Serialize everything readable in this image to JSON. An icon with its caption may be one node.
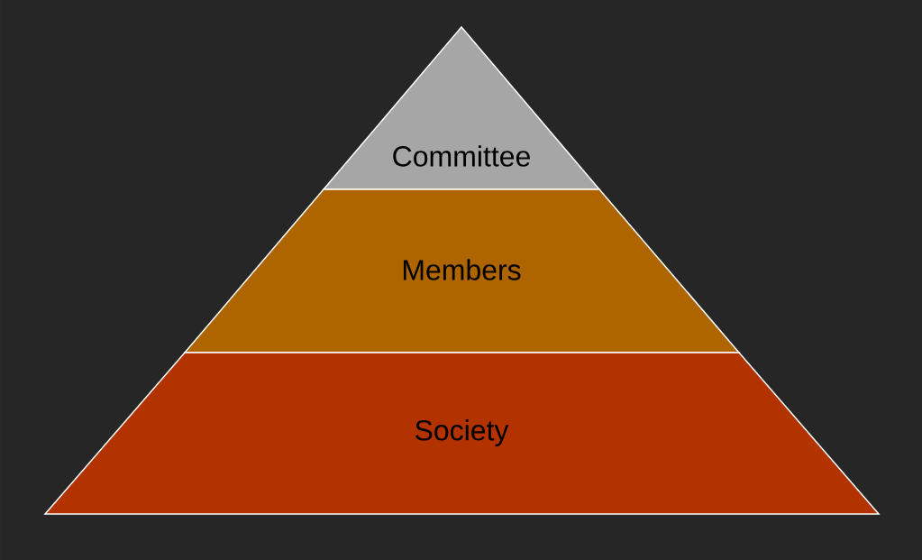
{
  "diagram": {
    "nodes": [
      {
        "text": [
          "Committee"
        ]
      },
      {
        "text": [
          "Members"
        ]
      },
      {
        "text": [
          "Society"
        ]
      }
    ]
  }
}
